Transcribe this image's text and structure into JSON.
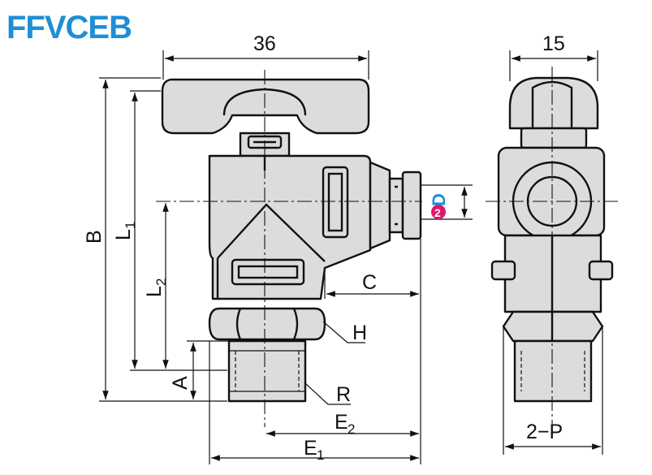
{
  "title": "FFVCEB",
  "labels": {
    "width_36": "36",
    "width_15": "15",
    "B": "B",
    "L1_main": "L",
    "L1_sub": "1",
    "L2_main": "L",
    "L2_sub": "2",
    "C": "C",
    "H": "H",
    "R": "R",
    "A": "A",
    "E2_main": "E",
    "E2_sub": "2",
    "E1_main": "E",
    "E1_sub": "1",
    "D": "D",
    "D_badge": "2",
    "two_P": "2−P"
  },
  "colors": {
    "title": "#1e8fd4",
    "badge": "#e0186a",
    "D_text": "#1e8fd4",
    "body_fill": "#dcdcdc"
  }
}
